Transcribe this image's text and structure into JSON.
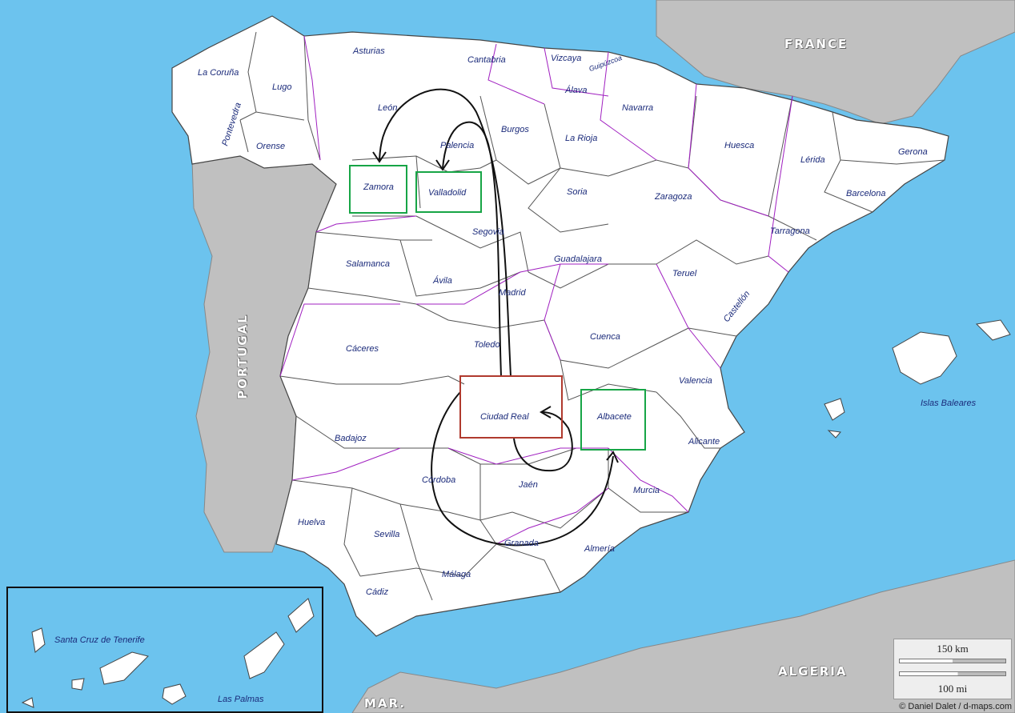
{
  "countries": {
    "france": "FRANCE",
    "portugal": "PORTUGAL",
    "algeria": "ALGERIA",
    "mar": "MAR."
  },
  "provinces": {
    "la_coruna": "La Coruña",
    "lugo": "Lugo",
    "pontevedra": "Pontevedra",
    "orense": "Orense",
    "asturias": "Asturias",
    "cantabria": "Cantabria",
    "vizcaya": "Vizcaya",
    "guipuzcoa": "Guipúzcoa",
    "alava": "Álava",
    "navarra": "Navarra",
    "leon": "León",
    "burgos": "Burgos",
    "palencia": "Palencia",
    "la_rioja": "La Rioja",
    "huesca": "Huesca",
    "lerida": "Lérida",
    "gerona": "Gerona",
    "barcelona": "Barcelona",
    "zamora": "Zamora",
    "valladolid": "Valladolid",
    "soria": "Soria",
    "zaragoza": "Zaragoza",
    "tarragona": "Tarragona",
    "segovia": "Segovia",
    "salamanca": "Salamanca",
    "avila": "Ávila",
    "guadalajara": "Guadalajara",
    "teruel": "Teruel",
    "castellon": "Castellón",
    "madrid": "Madrid",
    "caceres": "Cáceres",
    "toledo": "Toledo",
    "cuenca": "Cuenca",
    "valencia": "Valencia",
    "ciudad_real": "Ciudad Real",
    "albacete": "Albacete",
    "badajoz": "Badajoz",
    "alicante": "Alicante",
    "cordoba": "Córdoba",
    "jaen": "Jaén",
    "murcia": "Murcia",
    "huelva": "Huelva",
    "sevilla": "Sevilla",
    "granada": "Granada",
    "almeria": "Almería",
    "malaga": "Málaga",
    "cadiz": "Cádiz",
    "islas_baleares": "Islas Baleares",
    "santa_cruz": "Santa Cruz de Tenerife",
    "las_palmas": "Las Palmas"
  },
  "scale": {
    "km": "150 km",
    "mi": "100 mi"
  },
  "credit": "© Daniel Dalet / d-maps.com",
  "colors": {
    "sea": "#6cc3ee",
    "land": "#ffffff",
    "foreign_land": "#c0c0c0",
    "province_border": "#555555",
    "region_border": "#a020c0",
    "highlight_origin": "#b03a2e",
    "highlight_destination": "#17a546",
    "arrow": "#111111"
  }
}
